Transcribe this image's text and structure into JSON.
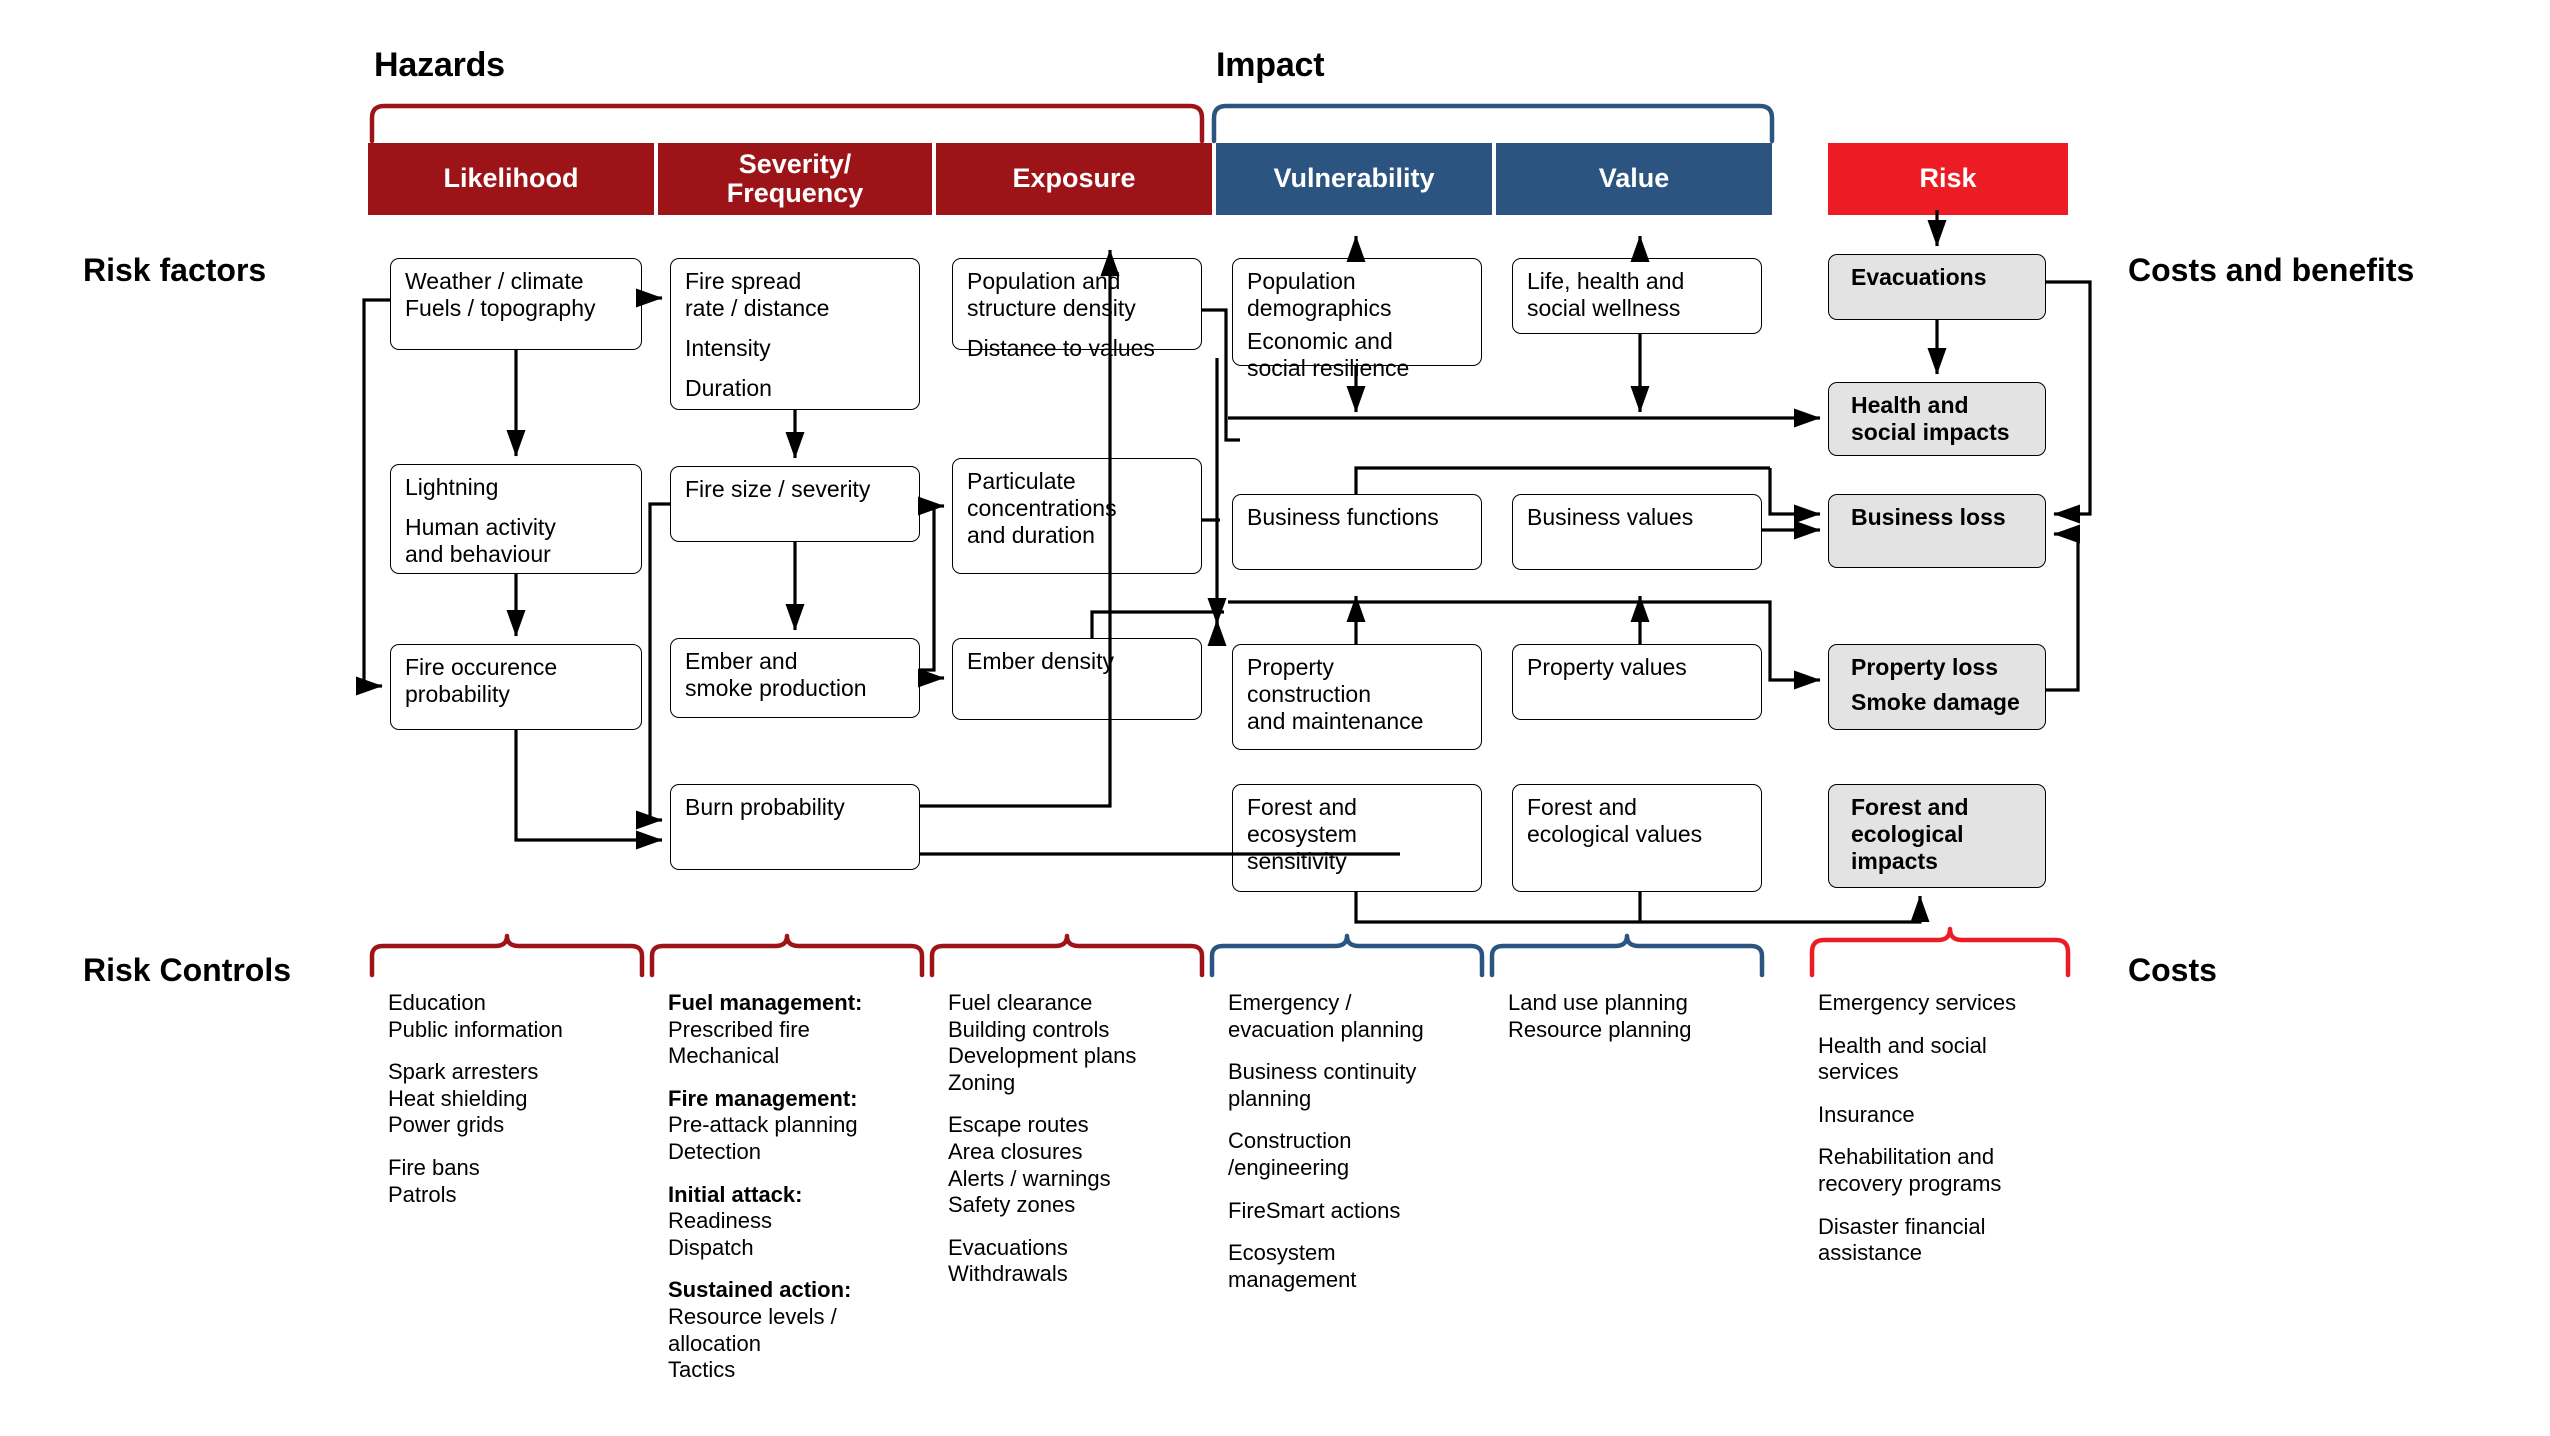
{
  "captions": {
    "hazards": "Hazards",
    "impact": "Impact",
    "risk_factors": "Risk factors",
    "costs_and_benefits": "Costs and benefits",
    "risk_controls": "Risk Controls",
    "costs": "Costs"
  },
  "colors": {
    "hazard_red": "#9C1318",
    "impact_blue": "#2B5480",
    "risk_red": "#ED1C24",
    "box_shaded": "#E3E3E3",
    "line": "#000000"
  },
  "header": {
    "columns": [
      {
        "label": "Likelihood",
        "group": "hazards",
        "color": "#9C1318"
      },
      {
        "label": "Severity/\nFrequency",
        "group": "hazards",
        "color": "#9C1318"
      },
      {
        "label": "Exposure",
        "group": "hazards",
        "color": "#9C1318"
      },
      {
        "label": "Vulnerability",
        "group": "impact",
        "color": "#2B5480"
      },
      {
        "label": "Value",
        "group": "impact",
        "color": "#2B5480"
      },
      {
        "label": "Risk",
        "group": "risk",
        "color": "#ED1C24"
      }
    ]
  },
  "boxes": {
    "likelihood": [
      {
        "name": "weather-climate",
        "lines": [
          "Weather / climate",
          "Fuels / topography"
        ],
        "tight": true
      },
      {
        "name": "lightning-human-activity",
        "lines": [
          "Lightning",
          "Human activity\nand behaviour"
        ],
        "tight": false
      },
      {
        "name": "fire-occurence-probability",
        "lines": [
          "Fire occurence\nprobability"
        ],
        "tight": false
      }
    ],
    "severity": [
      {
        "name": "fire-spread-rate",
        "lines": [
          "Fire spread\nrate / distance",
          "Intensity",
          "Duration"
        ],
        "tight": false
      },
      {
        "name": "fire-size-severity",
        "lines": [
          "Fire size / severity"
        ],
        "tight": false
      },
      {
        "name": "ember-smoke-production",
        "lines": [
          "Ember and\nsmoke production"
        ],
        "tight": false
      },
      {
        "name": "burn-probability",
        "lines": [
          "Burn probability"
        ],
        "tight": false
      }
    ],
    "exposure": [
      {
        "name": "population-structure-density",
        "lines": [
          "Population and\nstructure density",
          "Distance to values"
        ],
        "tight": false
      },
      {
        "name": "particulate-concentrations",
        "lines": [
          "Particulate\nconcentrations\nand duration"
        ],
        "tight": false
      },
      {
        "name": "ember-density",
        "lines": [
          "Ember density"
        ],
        "tight": false
      }
    ],
    "vulnerability": [
      {
        "name": "population-demographics",
        "lines": [
          "Population\ndemographics",
          "Economic and\nsocial resilience"
        ],
        "tight": false
      },
      {
        "name": "business-functions",
        "lines": [
          "Business functions"
        ],
        "tight": false
      },
      {
        "name": "property-construction",
        "lines": [
          "Property\nconstruction\nand maintenance"
        ],
        "tight": false
      },
      {
        "name": "forest-ecosystem-sensitivity",
        "lines": [
          "Forest and\necosystem\nsensitivity"
        ],
        "tight": false
      }
    ],
    "value": [
      {
        "name": "life-health-social-wellness",
        "lines": [
          "Life, health and\nsocial wellness"
        ],
        "tight": false
      },
      {
        "name": "business-values",
        "lines": [
          "Business values"
        ],
        "tight": false
      },
      {
        "name": "property-values",
        "lines": [
          "Property values"
        ],
        "tight": false
      },
      {
        "name": "forest-ecological-values",
        "lines": [
          "Forest and\necological values"
        ],
        "tight": false
      }
    ],
    "risk": [
      {
        "name": "evacuations",
        "lines": [
          "Evacuations"
        ],
        "tight": false
      },
      {
        "name": "health-social-impacts",
        "lines": [
          "Health and\nsocial impacts"
        ],
        "tight": false
      },
      {
        "name": "business-loss",
        "lines": [
          "Business loss"
        ],
        "tight": false
      },
      {
        "name": "property-loss-smoke-damage",
        "lines": [
          "Property loss",
          "Smoke damage"
        ],
        "tight": false
      },
      {
        "name": "forest-ecological-impacts",
        "lines": [
          "Forest and\necological\nimpacts"
        ],
        "tight": false
      }
    ]
  },
  "controls": {
    "likelihood": [
      {
        "head": "",
        "items": [
          "Education",
          "Public information"
        ]
      },
      {
        "head": "",
        "items": [
          "Spark arresters",
          "Heat shielding",
          "Power grids"
        ]
      },
      {
        "head": "",
        "items": [
          "Fire bans",
          "Patrols"
        ]
      }
    ],
    "severity": [
      {
        "head": "Fuel management:",
        "items": [
          "Prescribed fire",
          "Mechanical"
        ]
      },
      {
        "head": "Fire management:",
        "items": [
          "Pre-attack planning",
          "Detection"
        ]
      },
      {
        "head": "Initial attack:",
        "items": [
          "Readiness",
          "Dispatch"
        ]
      },
      {
        "head": "Sustained action:",
        "items": [
          "Resource levels /",
          "allocation",
          "Tactics"
        ]
      }
    ],
    "exposure": [
      {
        "head": "",
        "items": [
          "Fuel clearance",
          "Building controls",
          "Development plans",
          "Zoning"
        ]
      },
      {
        "head": "",
        "items": [
          "Escape routes",
          "Area closures",
          "Alerts / warnings",
          "Safety zones"
        ]
      },
      {
        "head": "",
        "items": [
          "Evacuations",
          "Withdrawals"
        ]
      }
    ],
    "vulnerability": [
      {
        "head": "",
        "items": [
          "Emergency /",
          "evacuation planning"
        ]
      },
      {
        "head": "",
        "items": [
          "Business continuity",
          "planning"
        ]
      },
      {
        "head": "",
        "items": [
          "Construction",
          "/engineering"
        ]
      },
      {
        "head": "",
        "items": [
          "FireSmart actions"
        ]
      },
      {
        "head": "",
        "items": [
          "Ecosystem",
          "management"
        ]
      }
    ],
    "value": [
      {
        "head": "",
        "items": [
          "Land use planning",
          "Resource planning"
        ]
      }
    ],
    "risk": [
      {
        "head": "",
        "items": [
          "Emergency services"
        ]
      },
      {
        "head": "",
        "items": [
          "Health and social",
          "services"
        ]
      },
      {
        "head": "",
        "items": [
          "Insurance"
        ]
      },
      {
        "head": "",
        "items": [
          "Rehabilitation and",
          "recovery programs"
        ]
      },
      {
        "head": "",
        "items": [
          "Disaster financial",
          "assistance"
        ]
      }
    ]
  }
}
